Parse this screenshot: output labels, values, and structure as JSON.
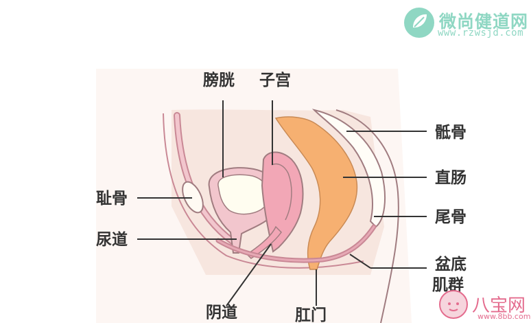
{
  "watermark_top": {
    "name": "微尚健道网",
    "url": "www.rzwsjd.com",
    "color": "#8fd7c3"
  },
  "watermark_bottom": {
    "name": "八宝网",
    "url": "www.8bb.com",
    "color": "#e46c8e"
  },
  "labels": {
    "bladder": "膀胱",
    "uterus": "子宫",
    "sacrum": "骶骨",
    "rectum": "直肠",
    "pubic_bone": "耻骨",
    "coccyx": "尾骨",
    "urethra": "尿道",
    "pelvic_floor_line1": "盆底",
    "pelvic_floor_line2": "肌群",
    "vagina": "阴道",
    "anus": "肛门"
  },
  "colors": {
    "uterus": "#f2a7b6",
    "rectum": "#f6b071",
    "muscle": "#c98895",
    "skin_bg": "#f7e6df"
  }
}
